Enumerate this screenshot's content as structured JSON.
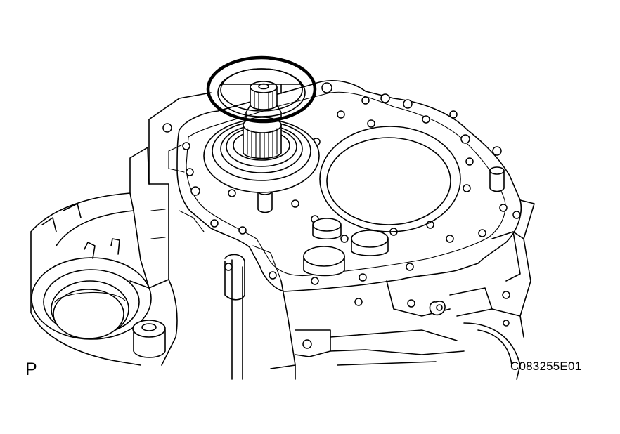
{
  "figure": {
    "view_label": "P",
    "figure_code": "C083255E01",
    "icons": [
      "transaxle-case-drawing",
      "snap-ring-ring",
      "output-shaft-splines",
      "bearing-race"
    ],
    "line_color": "#000000",
    "background_color": "#ffffff",
    "highlight_part": "snap-ring"
  }
}
